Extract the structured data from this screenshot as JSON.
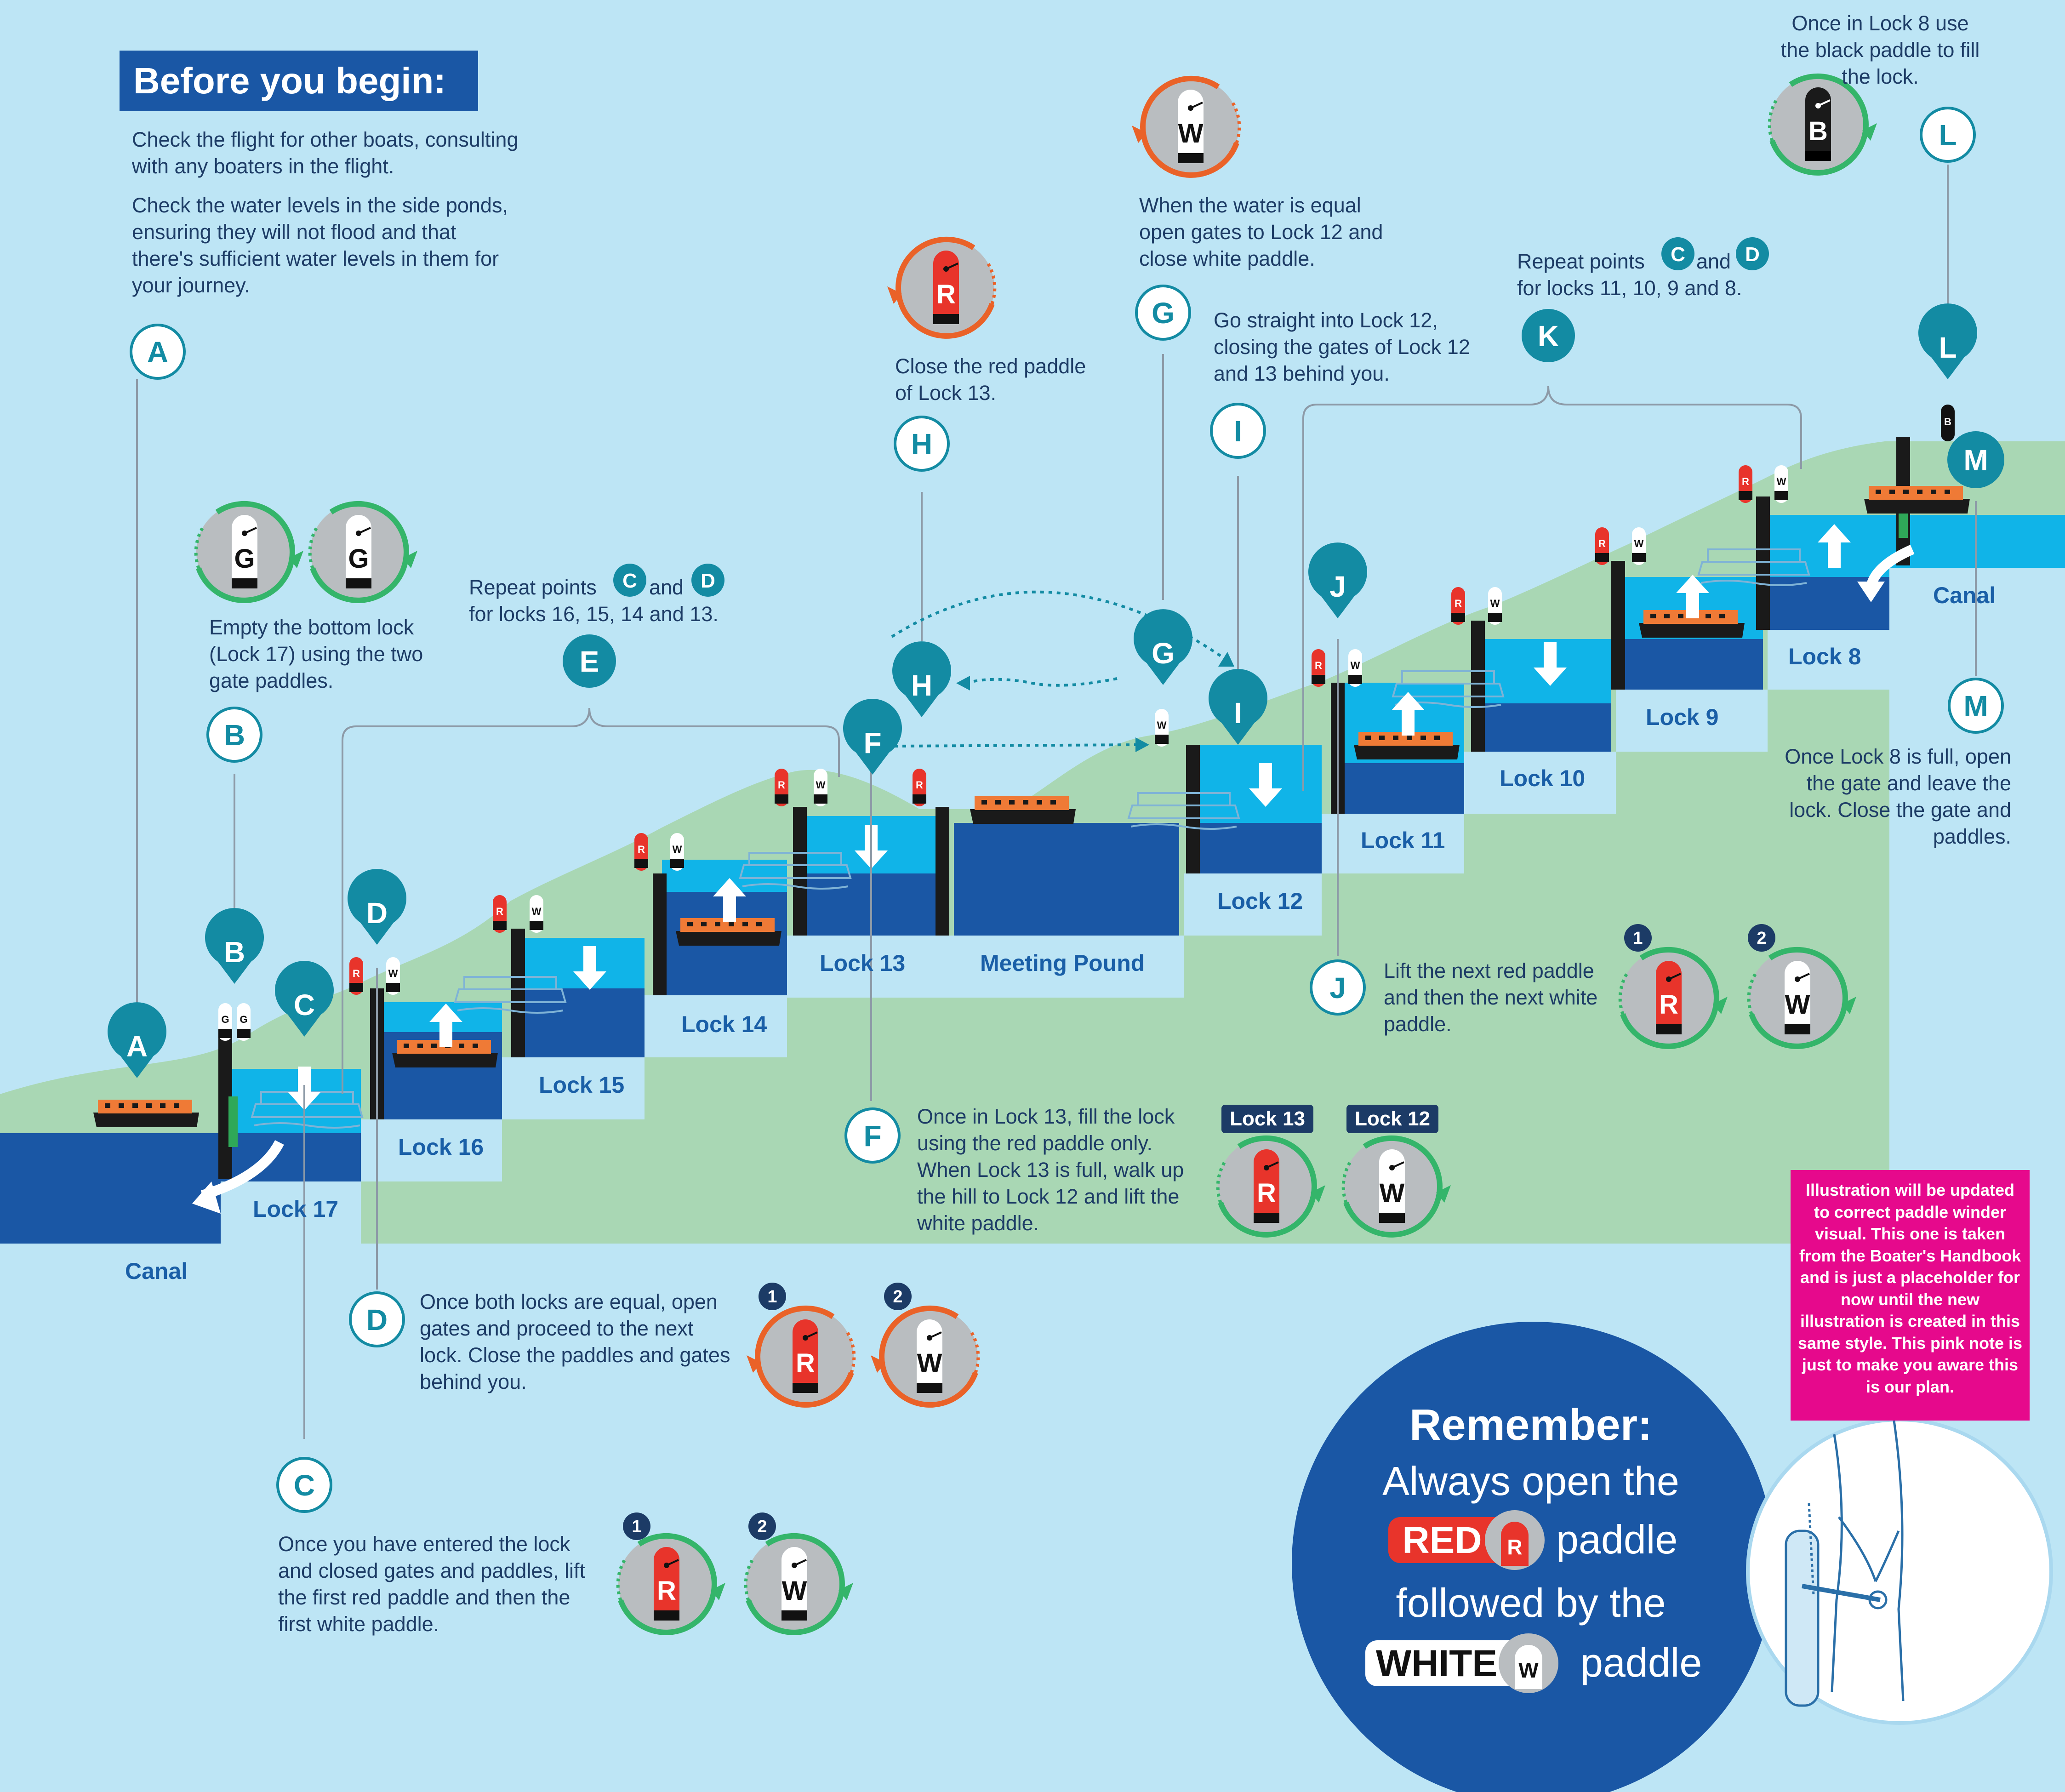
{
  "header": {
    "title": "Before you begin:"
  },
  "intro": {
    "para1": "Check the flight for other boats, consulting with any boaters in the flight.",
    "para2": "Check the water levels in the side ponds, ensuring they will not flood and that there's sufficient water levels in them for your journey."
  },
  "locks": {
    "canal_left": "Canal",
    "lock17": "Lock 17",
    "lock16": "Lock 16",
    "lock15": "Lock 15",
    "lock14": "Lock 14",
    "lock13": "Lock 13",
    "meeting_pound": "Meeting Pound",
    "lock12": "Lock 12",
    "lock11": "Lock 11",
    "lock10": "Lock 10",
    "lock9": "Lock 9",
    "lock8": "Lock 8",
    "canal_right": "Canal"
  },
  "steps": {
    "A": {
      "letter": "A"
    },
    "B": {
      "letter": "B",
      "text": "Empty the bottom lock (Lock 17) using the two gate paddles."
    },
    "C": {
      "letter": "C",
      "text": "Once you have entered the lock and closed gates and paddles, lift the first red paddle and then the first white paddle."
    },
    "D": {
      "letter": "D",
      "text": "Once both locks are equal, open gates and proceed to the next lock. Close the paddles and gates behind you."
    },
    "E": {
      "letter": "E",
      "text_a": "Repeat points",
      "text_and": "and",
      "text_b": "for locks 16, 15, 14 and 13."
    },
    "F": {
      "letter": "F",
      "text": "Once in Lock 13, fill the lock using the red paddle only. When Lock 13 is full, walk up the hill to Lock 12 and lift the white paddle."
    },
    "G": {
      "letter": "G",
      "text": "When the water is equal open gates to Lock 12 and close white paddle."
    },
    "H": {
      "letter": "H",
      "text": "Close the red paddle of Lock 13."
    },
    "I": {
      "letter": "I",
      "text": "Go straight into Lock 12, closing the gates of Lock 12 and 13 behind you."
    },
    "J": {
      "letter": "J",
      "text": "Lift the next red paddle and then the next white paddle."
    },
    "K": {
      "letter": "K",
      "text_a": "Repeat points",
      "text_and": "and",
      "text_b": "for locks 11, 10, 9 and 8."
    },
    "L": {
      "letter": "L",
      "text": "Once in Lock 8 use the black paddle to fill the lock."
    },
    "M": {
      "letter": "M",
      "text": "Once Lock 8 is full, open the gate and leave the lock. Close the gate and paddles."
    }
  },
  "ref_letters": {
    "c": "C",
    "d": "D"
  },
  "tags": {
    "lock13": "Lock 13",
    "lock12": "Lock 12"
  },
  "order": {
    "one": "1",
    "two": "2"
  },
  "paddles": {
    "red": "R",
    "white": "W",
    "gate": "G",
    "black": "B"
  },
  "remember": {
    "title": "Remember:",
    "line1": "Always open the",
    "red_word": "RED",
    "paddle_word": "paddle",
    "line3": "followed by the",
    "white_word": "WHITE"
  },
  "note": {
    "text": "Illustration will be updated to correct paddle winder visual. This one is taken from the Boater's Handbook and is just a placeholder for now until the new illustration is created in this same style. This pink note is just to make you aware this is our plan."
  },
  "colors": {
    "sky": "#bde5f5",
    "grass": "#a9d7b4",
    "water_light": "#10b4e8",
    "water_dark": "#1a57a5",
    "text": "#1d3c66",
    "teal": "#138ba3",
    "navy": "#1c3b66",
    "red_paddle": "#e8342b",
    "green_arrow": "#34b56a",
    "orange_arrow": "#ea6228",
    "boat": "#ef7a36",
    "pink_note": "#e6098c"
  },
  "icons": [
    "paddle-icon",
    "rotate-arrow-icon",
    "up-arrow-icon",
    "down-arrow-icon",
    "boat-icon",
    "map-pin-icon",
    "step-circle-icon"
  ]
}
